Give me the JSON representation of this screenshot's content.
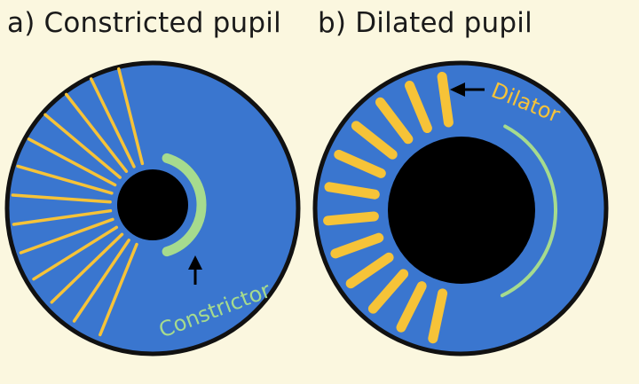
{
  "panels": {
    "a": {
      "title": "a) Constricted pupil",
      "muscle_label": "Constrictor"
    },
    "b": {
      "title": "b) Dilated pupil",
      "muscle_label": "Dilator"
    }
  },
  "colors": {
    "background": "#fbf7df",
    "iris": "#3a76cf",
    "outline": "#111111",
    "pupil": "#000000",
    "dilator_muscle": "#f6c338",
    "constrictor_muscle": "#a6db8e",
    "arrow": "#000000"
  }
}
